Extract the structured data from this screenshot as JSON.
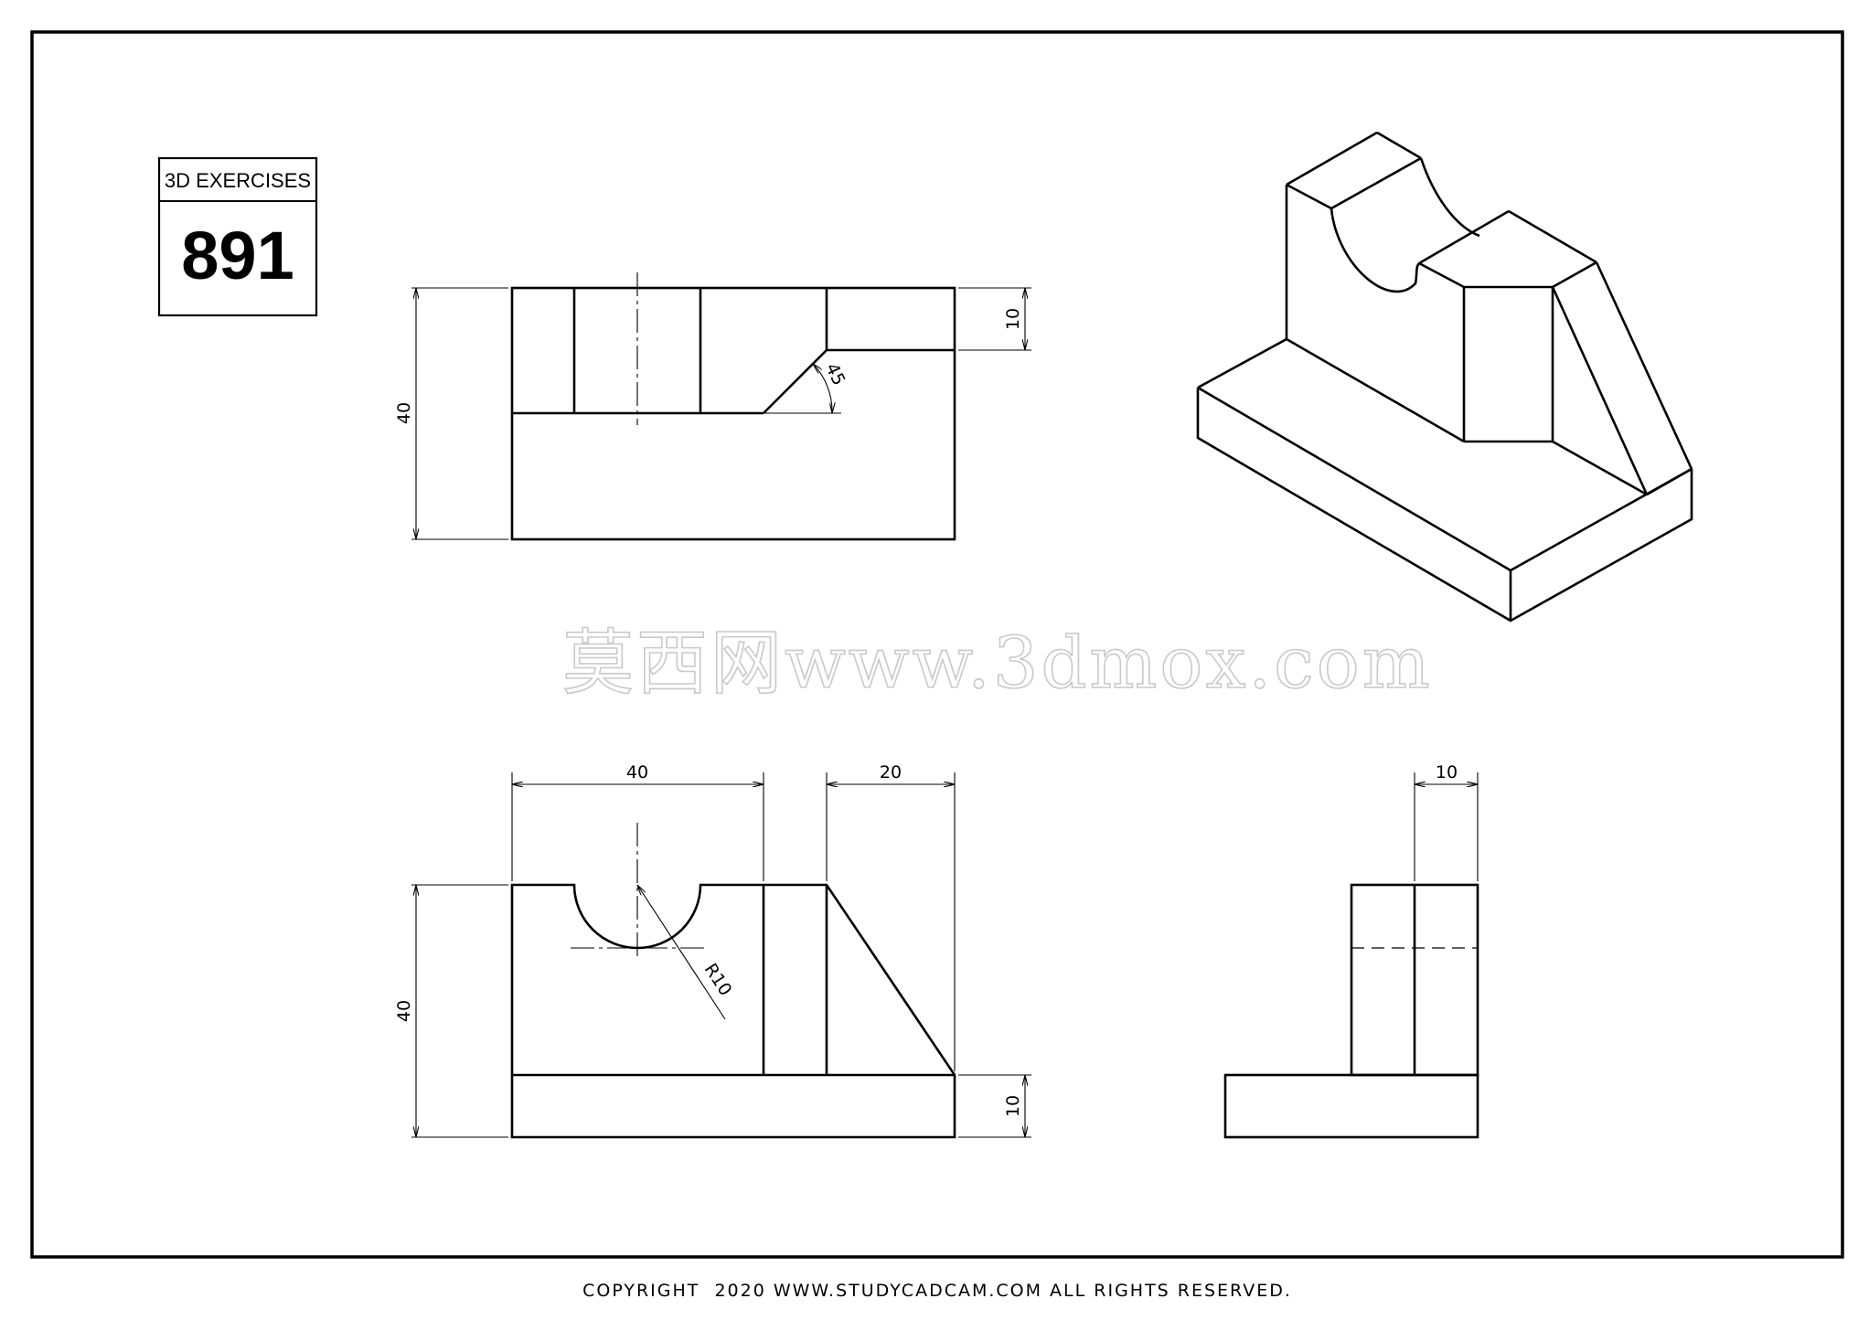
{
  "title_block": {
    "label": "3D EXERCISES",
    "number": "891"
  },
  "dimensions": {
    "top_height": "40",
    "top_step": "10",
    "top_angle": "45",
    "front_width_left": "40",
    "front_width_right": "20",
    "front_height": "40",
    "front_base": "10",
    "front_radius": "R10",
    "side_width": "10"
  },
  "watermark": "莫西网www.3dmox.com",
  "footer": "COPYRIGHT  2020 WWW.STUDYCADCAM.COM ALL RIGHTS RESERVED."
}
